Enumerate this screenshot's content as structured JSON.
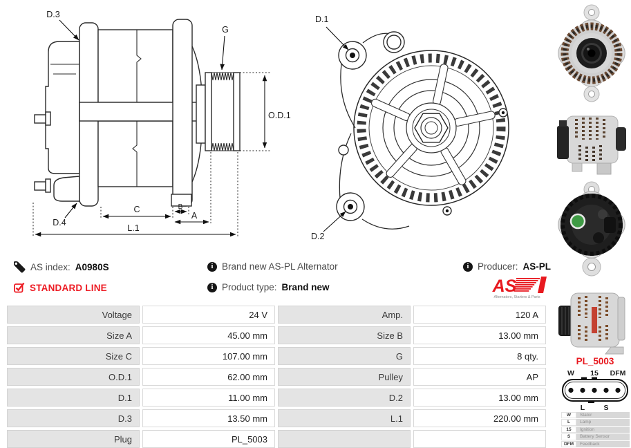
{
  "page": {
    "accent_red": "#e8191f",
    "table_label_bg": "#e4e4e4"
  },
  "header": {
    "as_index": {
      "label": "AS index:",
      "value": "A0980S"
    },
    "standard_line": "STANDARD LINE",
    "brand_new": "Brand new AS-PL Alternator",
    "product_type": {
      "label": "Product type:",
      "value": "Brand new"
    },
    "producer": {
      "label": "Producer:",
      "value": "AS-PL"
    },
    "logo": {
      "text": "AS",
      "caption": "Alternators, Starters & Parts"
    }
  },
  "drawings": {
    "side": {
      "d3": "D.3",
      "g": "G",
      "od1": "O.D.1",
      "d4": "D.4",
      "c": "C",
      "b": "B",
      "a": "A",
      "l1": "L.1"
    },
    "front": {
      "d1": "D.1",
      "d2": "D.2"
    }
  },
  "spec_table": {
    "rows": [
      [
        "Voltage",
        "24 V",
        "Amp.",
        "120 A"
      ],
      [
        "Size A",
        "45.00 mm",
        "Size B",
        "13.00 mm"
      ],
      [
        "Size C",
        "107.00 mm",
        "G",
        "8 qty."
      ],
      [
        "O.D.1",
        "62.00 mm",
        "Pulley",
        "AP"
      ],
      [
        "D.1",
        "11.00 mm",
        "D.2",
        "13.00 mm"
      ],
      [
        "D.3",
        "13.50 mm",
        "L.1",
        "220.00 mm"
      ],
      [
        "Plug",
        "PL_5003",
        "",
        ""
      ]
    ]
  },
  "connector": {
    "name": "PL_5003",
    "top_labels": [
      "W",
      "15",
      "DFM"
    ],
    "bottom_labels": [
      "L",
      "S"
    ],
    "legend": [
      {
        "pin": "W",
        "desc": "Stator"
      },
      {
        "pin": "L",
        "desc": "Lamp"
      },
      {
        "pin": "15",
        "desc": "Ignition"
      },
      {
        "pin": "S",
        "desc": "Battery Sensor"
      },
      {
        "pin": "DFM",
        "desc": "Feedback"
      }
    ]
  }
}
